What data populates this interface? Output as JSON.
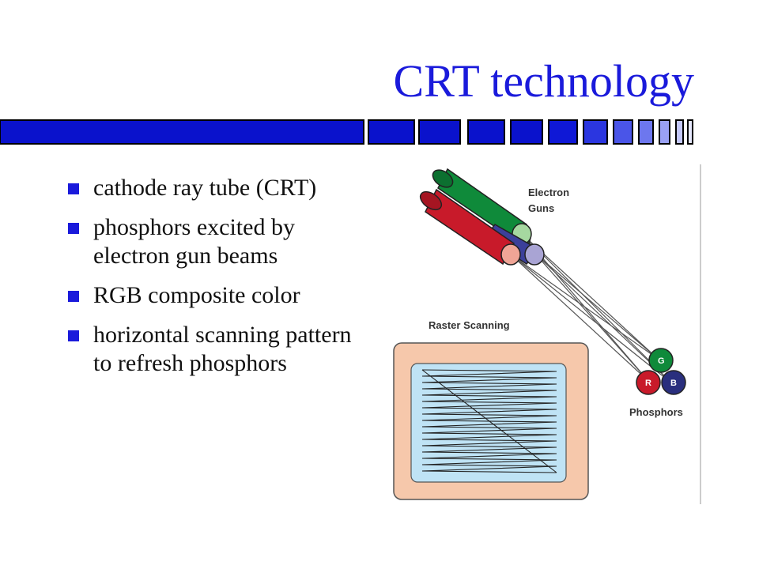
{
  "slide": {
    "title": "CRT technology",
    "bullets": [
      {
        "text": "cathode ray tube (CRT)"
      },
      {
        "text": "phosphors excited by electron gun beams"
      },
      {
        "text": "RGB composite color"
      },
      {
        "text": "horizontal scanning pattern to refresh phosphors"
      }
    ]
  },
  "diagram": {
    "electron_guns_label_line1": "Electron",
    "electron_guns_label_line2": "Guns",
    "raster_label": "Raster Scanning",
    "phosphors_label": "Phosphors",
    "phosphor_dots": {
      "g": "G",
      "r": "R",
      "b": "B"
    }
  },
  "colors": {
    "title": "#1a1adb",
    "accent_bar": "#0a12cc",
    "bullet_mark": "#1a1adb",
    "gun_green": "#0f8a3a",
    "gun_red": "#c81a2a",
    "gun_blue": "#3b3f9a",
    "screen_outer": "#f6c8ab",
    "screen_inner": "#bfe3f5"
  }
}
